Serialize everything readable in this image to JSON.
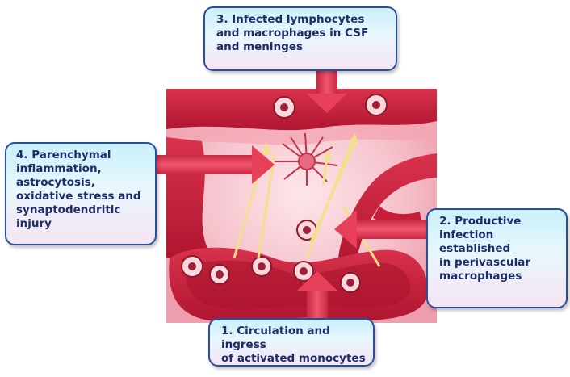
{
  "callouts": {
    "step3": "3. Infected lymphocytes\nand macrophages in CSF\nand meninges",
    "step4": "4. Parenchymal\ninflammation,\nastrocytosis,\noxidative stress and\nsynaptodendritic\ninjury",
    "step2": "2. Productive\ninfection established\nin perivascular\nmacrophages",
    "step1": "1. Circulation and ingress\nof activated monocytes"
  },
  "colors": {
    "arrow": "#e8405a",
    "box_border": "#2a4f9a",
    "box_text": "#1e2c6a",
    "tissue": "#f7c2cc",
    "vessel": "#c81e3a"
  }
}
